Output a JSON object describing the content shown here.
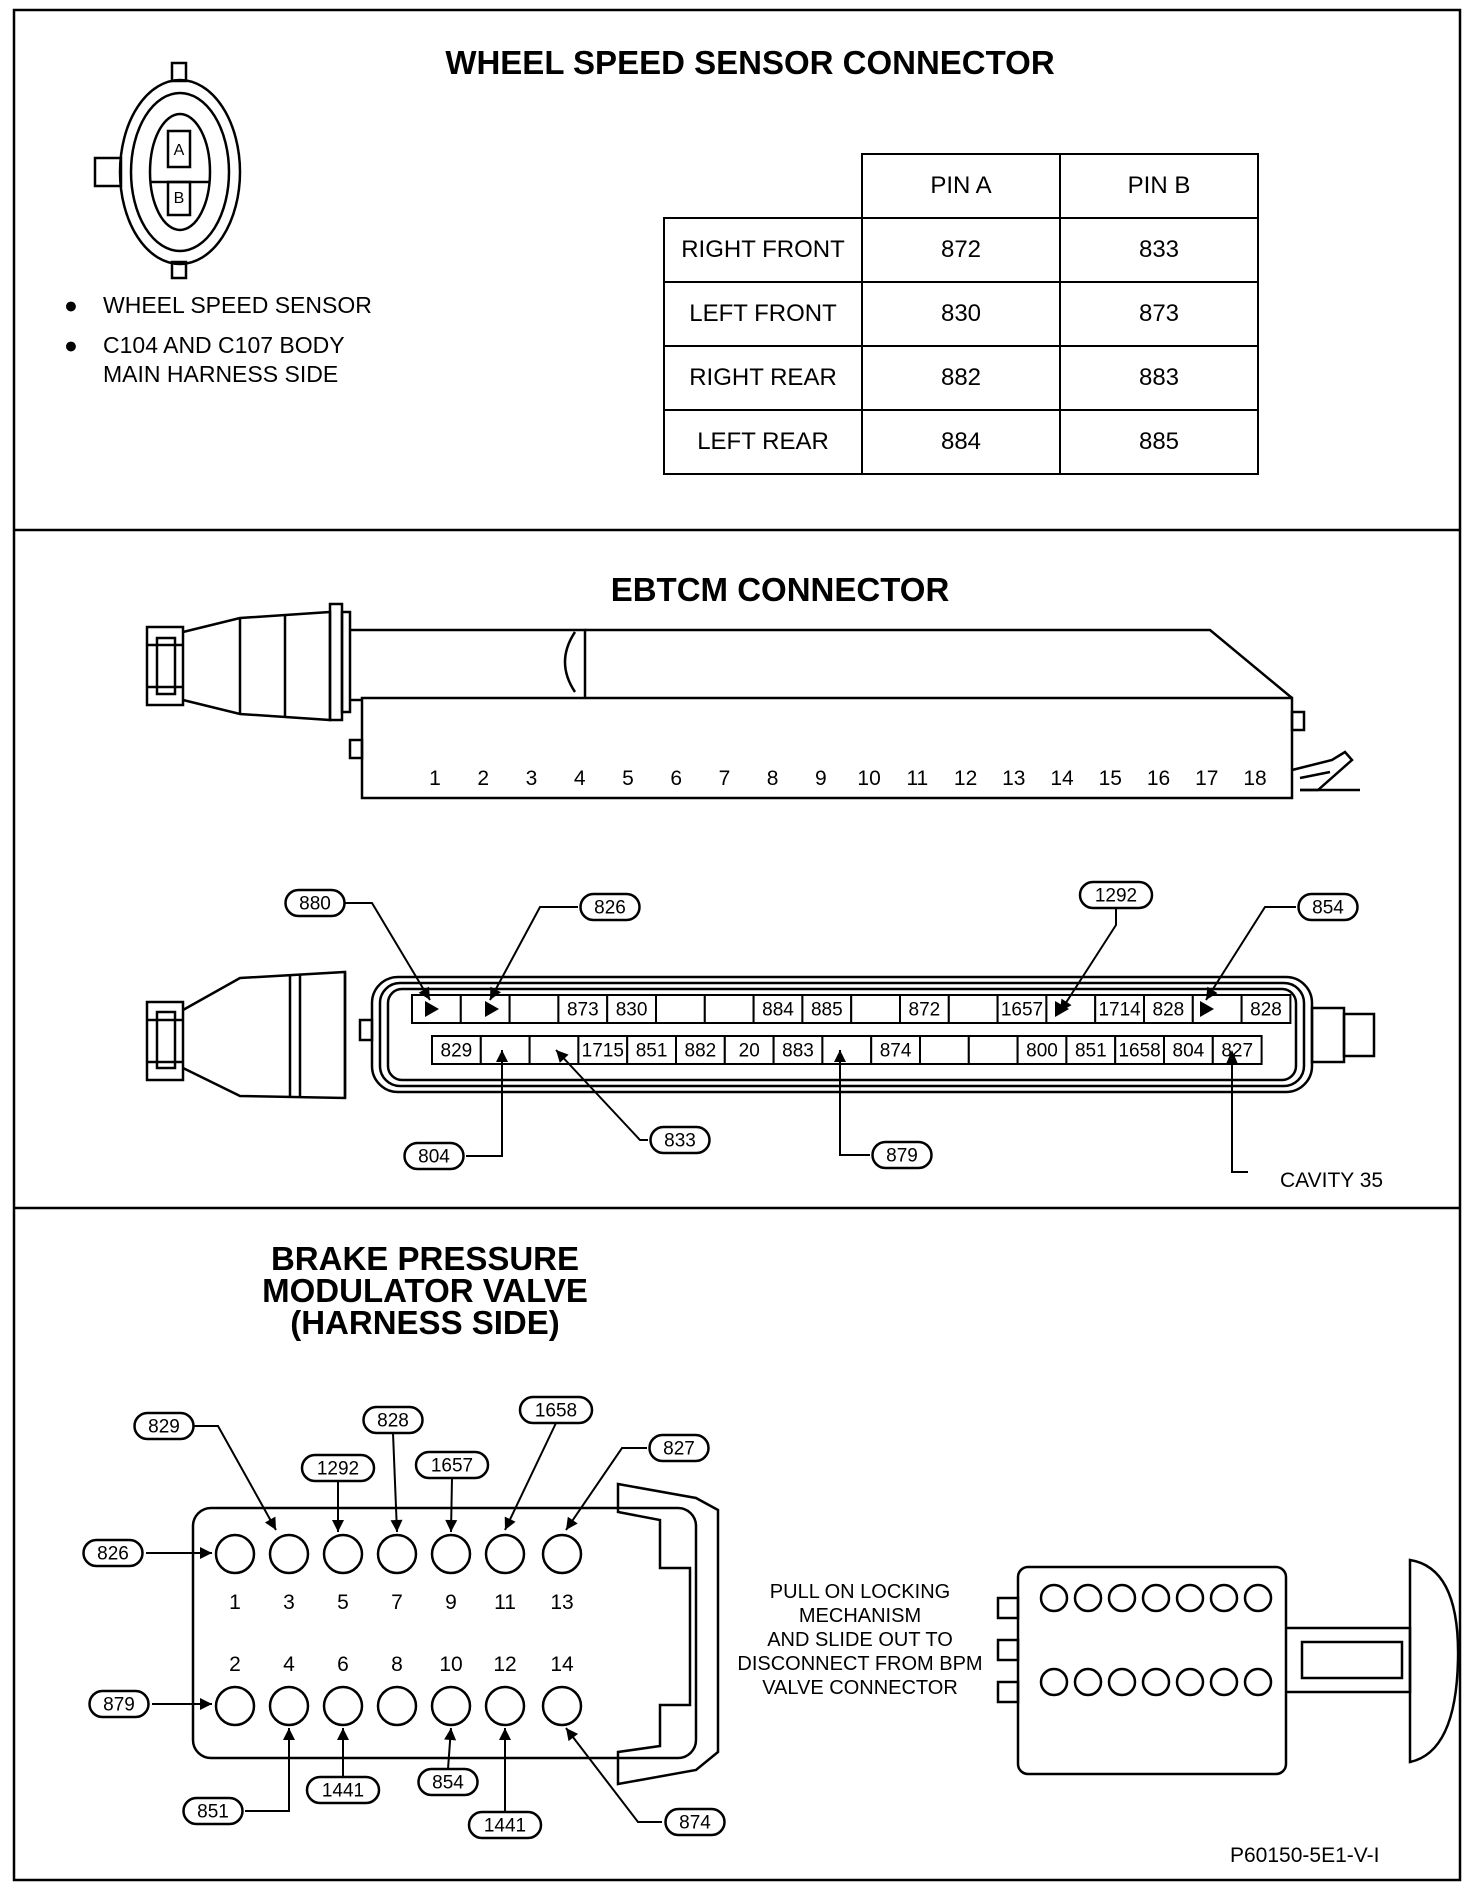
{
  "wss": {
    "title": "WHEEL SPEED SENSOR CONNECTOR",
    "pin_labels": [
      "A",
      "B"
    ],
    "bullets": [
      "WHEEL SPEED SENSOR",
      "C104 AND C107 BODY",
      "MAIN HARNESS SIDE"
    ],
    "table": {
      "headers": [
        "PIN A",
        "PIN B"
      ],
      "rows": [
        {
          "label": "RIGHT FRONT",
          "a": "872",
          "b": "833"
        },
        {
          "label": "LEFT FRONT",
          "a": "830",
          "b": "873"
        },
        {
          "label": "RIGHT REAR",
          "a": "882",
          "b": "883"
        },
        {
          "label": "LEFT REAR",
          "a": "884",
          "b": "885"
        }
      ]
    }
  },
  "ebtcm": {
    "title": "EBTCM CONNECTOR",
    "positions": [
      "1",
      "2",
      "3",
      "4",
      "5",
      "6",
      "7",
      "8",
      "9",
      "10",
      "11",
      "12",
      "13",
      "14",
      "15",
      "16",
      "17",
      "18"
    ],
    "top_row": [
      "",
      "",
      "",
      "873",
      "830",
      "",
      "",
      "884",
      "885",
      "",
      "872",
      "",
      "1657",
      "",
      "1714",
      "828",
      "",
      "828"
    ],
    "bottom_row": [
      "829",
      "",
      "",
      "1715",
      "851",
      "882",
      "20",
      "883",
      "",
      "874",
      "",
      "",
      "800",
      "851",
      "1658",
      "804",
      "827"
    ],
    "callouts": [
      "880",
      "826",
      "1292",
      "854",
      "804",
      "833",
      "879"
    ],
    "cavity_label": "CAVITY 35"
  },
  "bpmv": {
    "title_lines": [
      "BRAKE PRESSURE",
      "MODULATOR VALVE",
      "(HARNESS SIDE)"
    ],
    "odd_pins": [
      "1",
      "3",
      "5",
      "7",
      "9",
      "11",
      "13"
    ],
    "even_pins": [
      "2",
      "4",
      "6",
      "8",
      "10",
      "12",
      "14"
    ],
    "top_callouts": [
      "829",
      "1292",
      "828",
      "1657",
      "1658",
      "827",
      "826"
    ],
    "bottom_callouts": [
      "879",
      "851",
      "1441",
      "854",
      "1441",
      "874"
    ],
    "instruction_lines": [
      "PULL ON LOCKING",
      "MECHANISM",
      "AND SLIDE OUT TO",
      "DISCONNECT FROM BPM",
      "VALVE CONNECTOR"
    ],
    "figure_code": "P60150-5E1-V-I"
  }
}
